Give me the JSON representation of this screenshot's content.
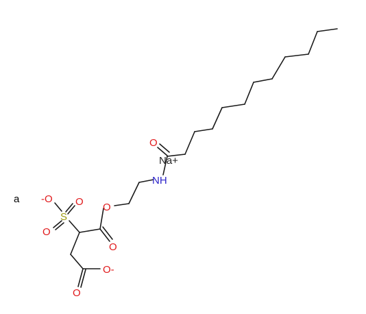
{
  "figure_label": "a",
  "atoms": {
    "carbonyl_o_amide": "O",
    "sodium": "Na+",
    "amide_nh": "NH",
    "ester_o": "O",
    "ester_carbonyl_o": "O",
    "sulfo_o_minus": "-O",
    "sulfo_s": "S",
    "sulfo_o_right": "O",
    "sulfo_o_bottom": "O",
    "carboxylate_o_minus": "O-",
    "carboxylate_o_double": "O"
  },
  "colors": {
    "bond": "#1a1a1a",
    "oxygen": "#e0191b",
    "nitrogen": "#2b22c9",
    "sulfur": "#9c9a10",
    "sodium": "#222222",
    "label": "#222222"
  }
}
